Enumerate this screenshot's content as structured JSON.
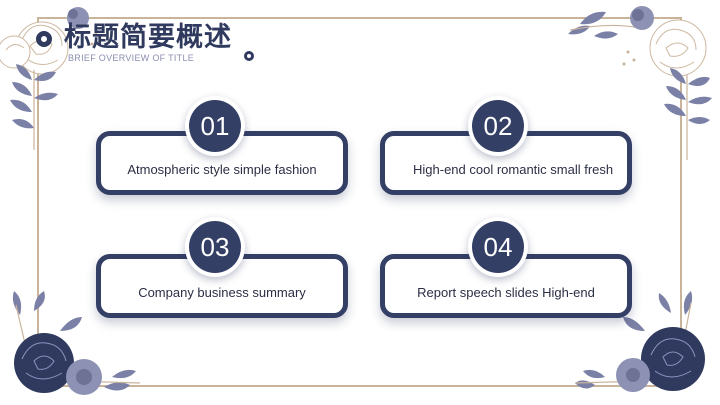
{
  "slide": {
    "title": "标题简要概述",
    "subtitle": "BRIEF OVERVIEW OF TITLE"
  },
  "items": [
    {
      "number": "01",
      "text": "Atmospheric style simple fashion"
    },
    {
      "number": "02",
      "text": "High-end cool romantic small fresh"
    },
    {
      "number": "03",
      "text": "Company business summary"
    },
    {
      "number": "04",
      "text": "Report speech slides High-end"
    }
  ],
  "colors": {
    "navy": "#343f66",
    "frame": "#c9b49a",
    "leaf": "#7b80a6"
  }
}
